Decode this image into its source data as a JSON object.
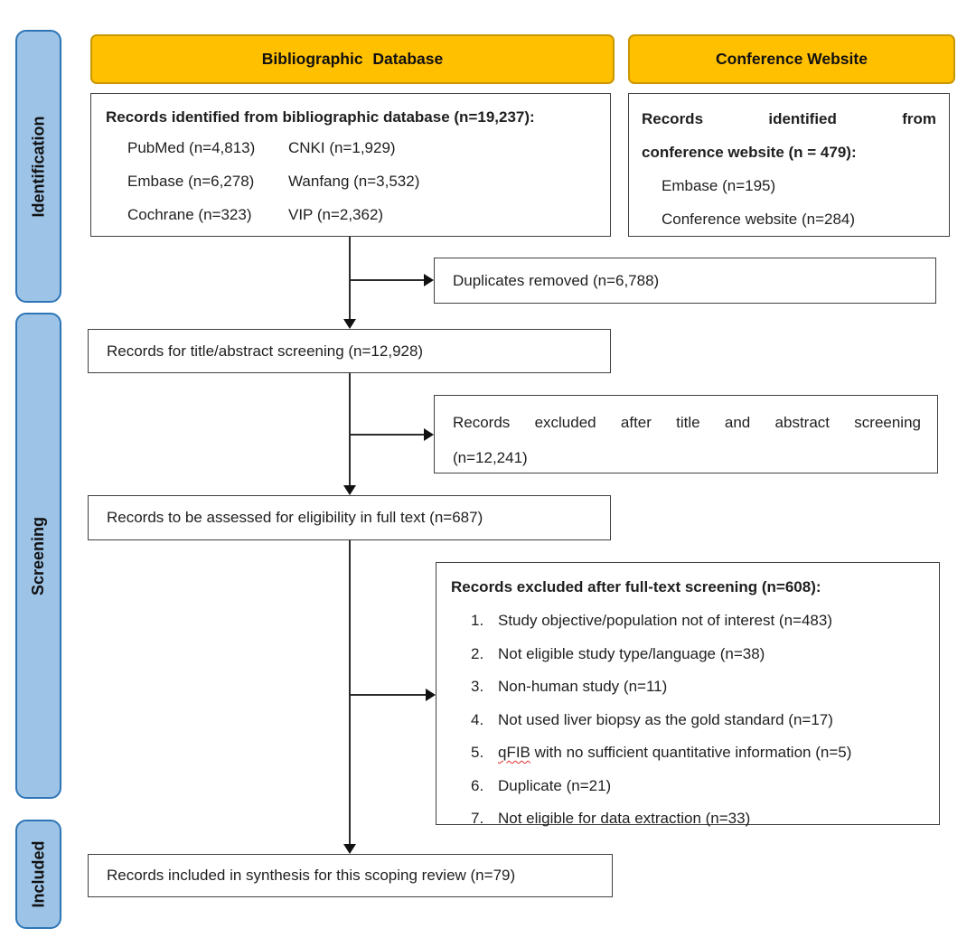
{
  "diagram": {
    "stages": {
      "identification": "Identification",
      "screening": "Screening",
      "included": "Included"
    },
    "headers": {
      "bibliographic": "Bibliographic Database",
      "conference": "Conference Website"
    },
    "boxes": {
      "bib_records": {
        "title": "Records identified from bibliographic database (n=19,237):",
        "rows": [
          {
            "left": "PubMed (n=4,813)",
            "right": "CNKI (n=1,929)"
          },
          {
            "left": "Embase (n=6,278)",
            "right": "Wanfang (n=3,532)"
          },
          {
            "left": "Cochrane (n=323)",
            "right": "VIP (n=2,362)"
          }
        ]
      },
      "conf_records": {
        "title_line1": "Records identified from",
        "title_line2": "conference website (n = 479):",
        "items": [
          "Embase (n=195)",
          "Conference website (n=284)"
        ]
      },
      "duplicates_removed": "Duplicates removed (n=6,788)",
      "title_abstract_screening": "Records for title/abstract screening (n=12,928)",
      "excluded_title_line1": "Records excluded after title and abstract screening",
      "excluded_title_line2": "(n=12,241)",
      "assessed_full_text": "Records to be assessed for eligibility in full text (n=687)",
      "excluded_fulltext": {
        "title": "Records excluded after full-text screening (n=608):",
        "items": [
          "Study objective/population not of interest (n=483)",
          "Not eligible study type/language (n=38)",
          "Non-human study (n=11)",
          "Not used liver biopsy as the gold standard (n=17)",
          "qFIB with no sufficient quantitative information (n=5)",
          "Duplicate (n=21)",
          "Not eligible for data extraction (n=33)"
        ],
        "misspelled_term": "qFIB"
      },
      "included_synthesis": "Records included in synthesis for this scoping review (n=79)"
    },
    "colors": {
      "header_fill": "#FFC000",
      "header_border": "#C99700",
      "stage_fill": "#9DC3E6",
      "stage_border": "#2E75B6",
      "box_border": "#404040",
      "spellcheck_underline": "#E23030"
    }
  }
}
